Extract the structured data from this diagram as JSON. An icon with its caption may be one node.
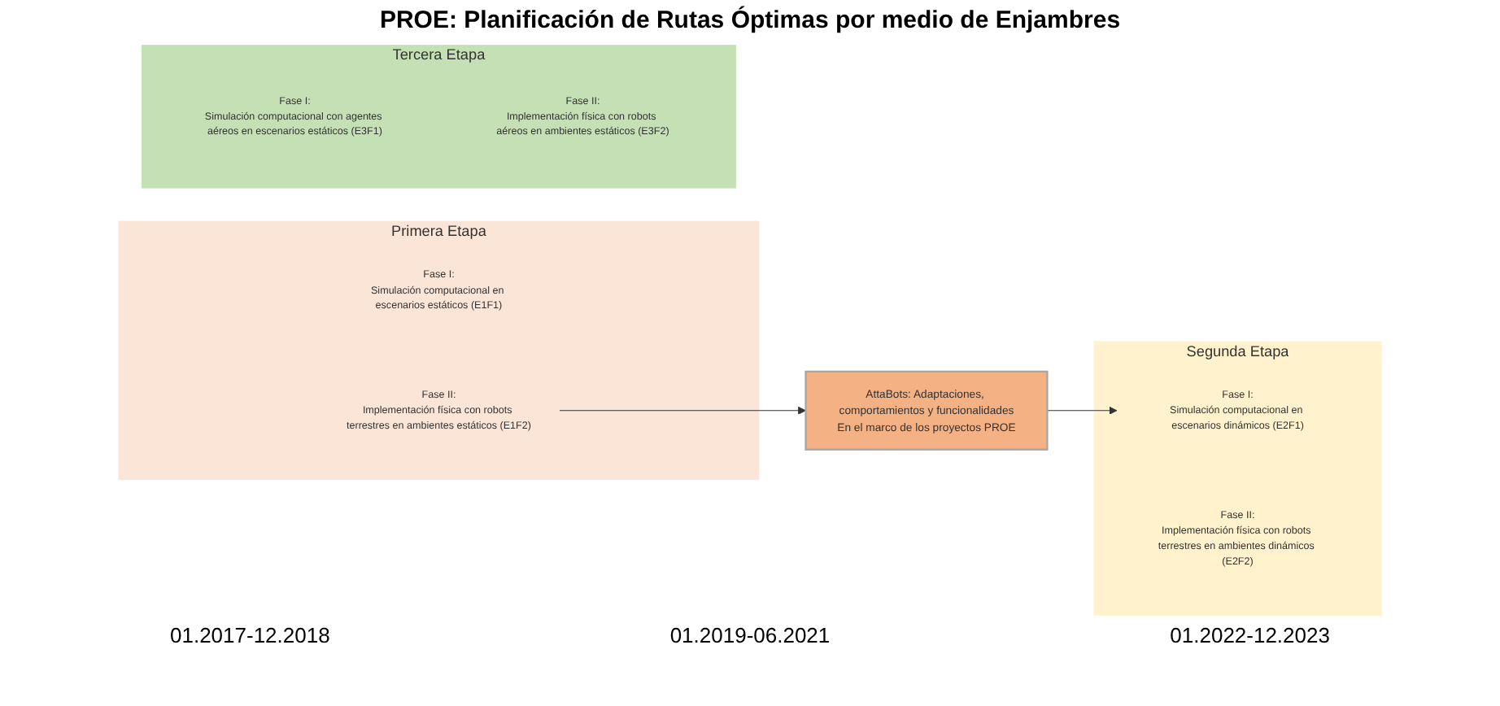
{
  "diagram": {
    "title": "PROE: Planificación de Rutas Óptimas por medio de Enjambres",
    "nodes": [
      {
        "text": [
          "Primera Etapa"
        ]
      },
      {
        "text": [
          "Fase I:",
          "Simulación computacional en escenarios estáticos (E1F1)"
        ],
        "in": 0
      },
      {
        "text": [
          "Fase II:",
          "Implementación física con robots terrestres en ambientes estáticos (E1F2)"
        ],
        "in": 0
      },
      {
        "text": [
          "AttaBots: Adaptaciones, comportamientos y funcionalidades",
          "En el marco de los proyectos PROE"
        ]
      },
      {
        "text": [
          "Segunda Etapa"
        ]
      },
      {
        "text": [
          "Fase I:",
          "Simulación computacional en escenarios dinámicos (E2F1)"
        ],
        "in": 4
      },
      {
        "text": [
          "Fase II:",
          "Implementación física con robots terrestres en ambientes dinámicos (E2F2)"
        ],
        "in": 4
      },
      {
        "text": [
          "Tercera Etapa"
        ]
      },
      {
        "text": [
          "Fase I:",
          "Simulación computacional con agentes aéreos en escenarios estáticos (E3F1)"
        ],
        "in": 7
      },
      {
        "text": [
          "Fase II:",
          "Implementación física con robots aéreos en ambientes estáticos (E3F2)"
        ],
        "in": 7
      }
    ],
    "edges": [
      {
        "from": 2,
        "to": 3,
        "arrow": "to"
      },
      {
        "from": 3,
        "to": 5,
        "arrow": "to"
      }
    ],
    "labels": [
      "01.2017-12.2018",
      "01.2019-06.2021",
      "01.2022-12.2023"
    ]
  }
}
